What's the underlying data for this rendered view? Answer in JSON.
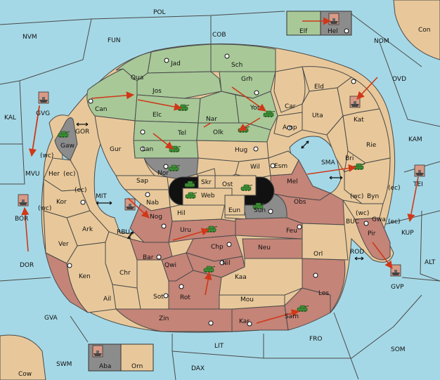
{
  "colors": {
    "sea": "#a5d8e6",
    "land": "#e8c89a",
    "north_power": "#a8c898",
    "south_power": "#c48478",
    "neutral_gray": "#8c8c8c",
    "border": "#4a4a4a",
    "arrow": "#d03818",
    "unit": "#3c8c34"
  },
  "map": {
    "sea_labels": {
      "POL": "POL",
      "COB": "COB",
      "NVM": "NVM",
      "FUN": "FUN",
      "NOM": "NOM",
      "Con": "Con",
      "OVD": "OVD",
      "KAL": "KAL",
      "KAM": "KAM",
      "MVU": "MVU",
      "GOR": "GOR",
      "MIT": "MIT",
      "RBU": "RBU",
      "SMA": "SMA",
      "BUC": "BUC",
      "ROD": "ROD",
      "BOR": "BOR",
      "DOR": "DOR",
      "GVA": "GVA",
      "ALT": "ALT",
      "KUP": "KUP",
      "LIT": "LIT",
      "FRO": "FRO",
      "SOM": "SOM",
      "SWM": "SWM",
      "DAX": "DAX",
      "Cow": "Cow",
      "GVP": "GVP",
      "GVG": "GVG",
      "TEI": "TEI"
    },
    "provinces": {
      "Elf": "Elf",
      "Hel": "Hel",
      "Jad": "Jad",
      "Sch": "Sch",
      "Qua": "Qua",
      "Jos": "Jos",
      "Grh": "Grh",
      "Can": "Can",
      "Elc": "Elc",
      "Nar": "Nar",
      "Yor": "Yor",
      "Car": "Car",
      "Eld": "Eld",
      "Uta": "Uta",
      "Kat": "Kat",
      "Gaw": "Gaw",
      "Tel": "Tel",
      "Olk": "Olk",
      "Amp": "Amp",
      "Gur": "Gur",
      "Lan": "Lan",
      "Hug": "Hug",
      "Rie": "Rie",
      "Her": "Her",
      "Nor": "Nor",
      "Wil": "Wil",
      "Esm": "Esm",
      "Bri": "Bri",
      "Sap": "Sap",
      "Skr": "Skr",
      "Ost": "Ost",
      "Mel": "Mel",
      "Web": "Web",
      "Byn": "Byn",
      "Kor": "Kor",
      "Nab": "Nab",
      "Eun": "Eun",
      "Obs": "Obs",
      "Hil": "Hil",
      "Sun": "Sun",
      "Gwa": "Gwa",
      "Nog": "Nog",
      "Ark": "Ark",
      "Uru": "Uru",
      "Feu": "Feu",
      "Pir": "Pir",
      "Ver": "Ver",
      "Chp": "Chp",
      "Neu": "Neu",
      "Orl": "Orl",
      "Bar": "Bar",
      "Qwi": "Qwi",
      "Nil": "Nil",
      "Ken": "Ken",
      "Chr": "Chr",
      "Kaa": "Kaa",
      "Sot": "Sot",
      "Rot": "Rot",
      "Ail": "Ail",
      "Mou": "Mou",
      "Los": "Los",
      "Zin": "Zin",
      "Kar": "Kar",
      "Sam": "Sam",
      "Aba": "Aba",
      "Orn": "Orn"
    },
    "coast_markers": {
      "wc_gaw": "(wc)",
      "ec_her": "(ec)",
      "ec_kor": "(ec)",
      "wc_kor": "(wc)",
      "ec_byn": "(ec)",
      "wc_byn": "(wc)",
      "wc_gwa": "(wc)",
      "ec_gwa": "(ec)"
    },
    "straits": [
      "GOR",
      "MIT",
      "RBU",
      "SMA",
      "BUC",
      "ROD"
    ]
  }
}
